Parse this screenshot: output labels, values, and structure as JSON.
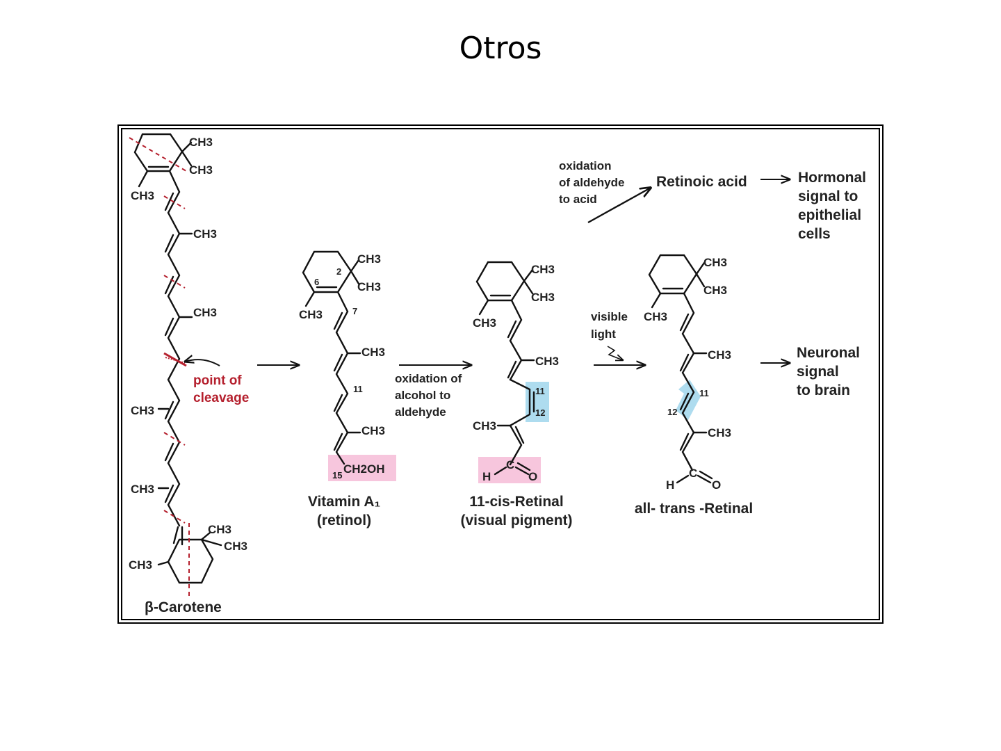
{
  "title": "Otros",
  "colors": {
    "cleavage": "#b5202e",
    "highlight_pink": "#f7c6dd",
    "highlight_blue": "#aedcef"
  },
  "labels": {
    "ch3": "CH3",
    "ch2oh": "CH2OH",
    "h": "H",
    "c": "C",
    "o": "O",
    "n2": "2",
    "n6": "6",
    "n7": "7",
    "n11": "11",
    "n12": "12",
    "n15": "15",
    "point_of": "point of",
    "cleavage": "cleavage",
    "ox_alcohol_1": "oxidation of",
    "ox_alcohol_2": "alcohol to",
    "ox_alcohol_3": "aldehyde",
    "ox_aldehyde_1": "oxidation",
    "ox_aldehyde_2": "of aldehyde",
    "ox_aldehyde_3": "to acid",
    "visible": "visible",
    "light": "light",
    "retinoic_acid": "Retinoic acid",
    "hormonal_1": "Hormonal",
    "hormonal_2": "signal to",
    "hormonal_3": "epithelial",
    "hormonal_4": "cells",
    "neuronal_1": "Neuronal",
    "neuronal_2": "signal",
    "neuronal_3": "to brain"
  },
  "compounds": {
    "beta_carotene": "β-Carotene",
    "vitamin_a_1": "Vitamin A₁",
    "vitamin_a_2": "(retinol)",
    "cis_retinal_1": "11-cis-Retinal",
    "cis_retinal_2": "(visual pigment)",
    "trans_retinal": "all- trans -Retinal"
  }
}
